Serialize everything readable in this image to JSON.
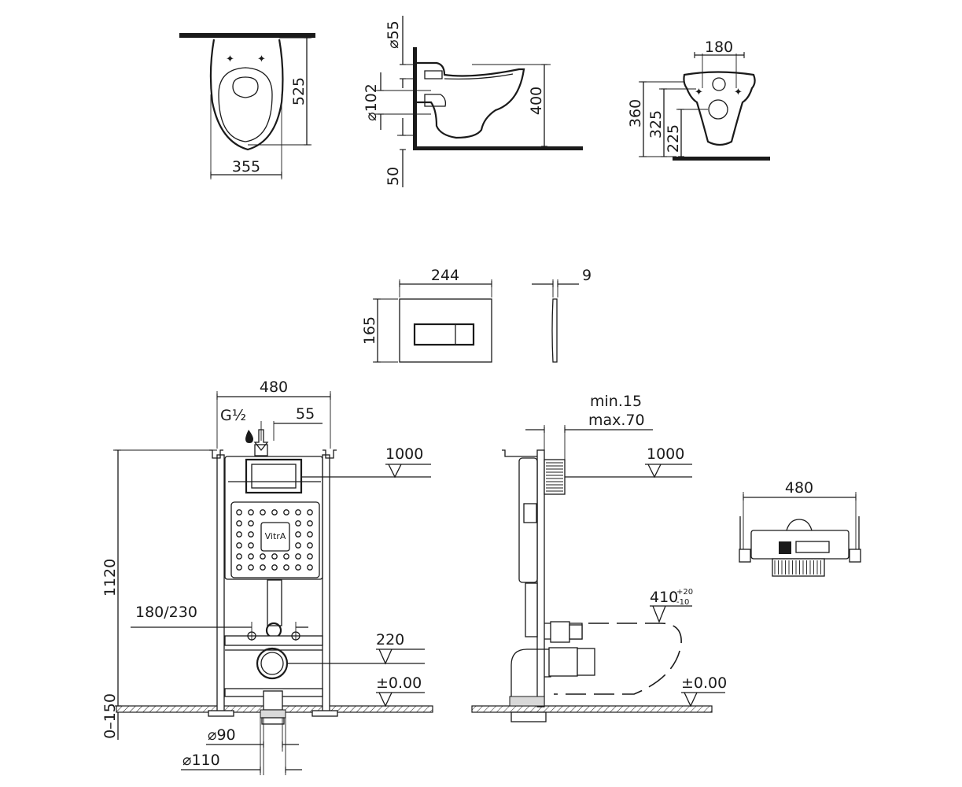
{
  "toilet_top_view": {
    "width_label": "355",
    "depth_label": "525"
  },
  "toilet_side_view": {
    "outlet_diameter_label": "⌀55",
    "waste_diameter_label": "⌀102",
    "height_label": "400",
    "clearance_label": "50"
  },
  "toilet_rear_view": {
    "fixing_spacing_label": "180",
    "height_a_label": "360",
    "height_b_label": "325",
    "height_c_label": "225"
  },
  "flush_plate": {
    "width_label": "244",
    "height_label": "165",
    "thickness_label": "9"
  },
  "frame_front_view": {
    "width_label": "480",
    "inlet_thread_label": "G½",
    "inlet_offset_label": "55",
    "height_label": "1120",
    "adjust_label": "0–150",
    "fixing_label": "180/230",
    "level_top_label": "1000",
    "waste_center_label": "220",
    "floor_label": "±0.00",
    "pipe_small_label": "⌀90",
    "pipe_large_label": "⌀110",
    "brand_label": "VitrA"
  },
  "frame_side_view": {
    "min_label": "min.15",
    "max_label": "max.70",
    "level_top_label": "1000",
    "bowl_height_label": "410",
    "tol_plus_label": "+20",
    "tol_minus_label": "-10",
    "floor_label": "±0.00"
  },
  "frame_top_view": {
    "width_label": "480"
  }
}
